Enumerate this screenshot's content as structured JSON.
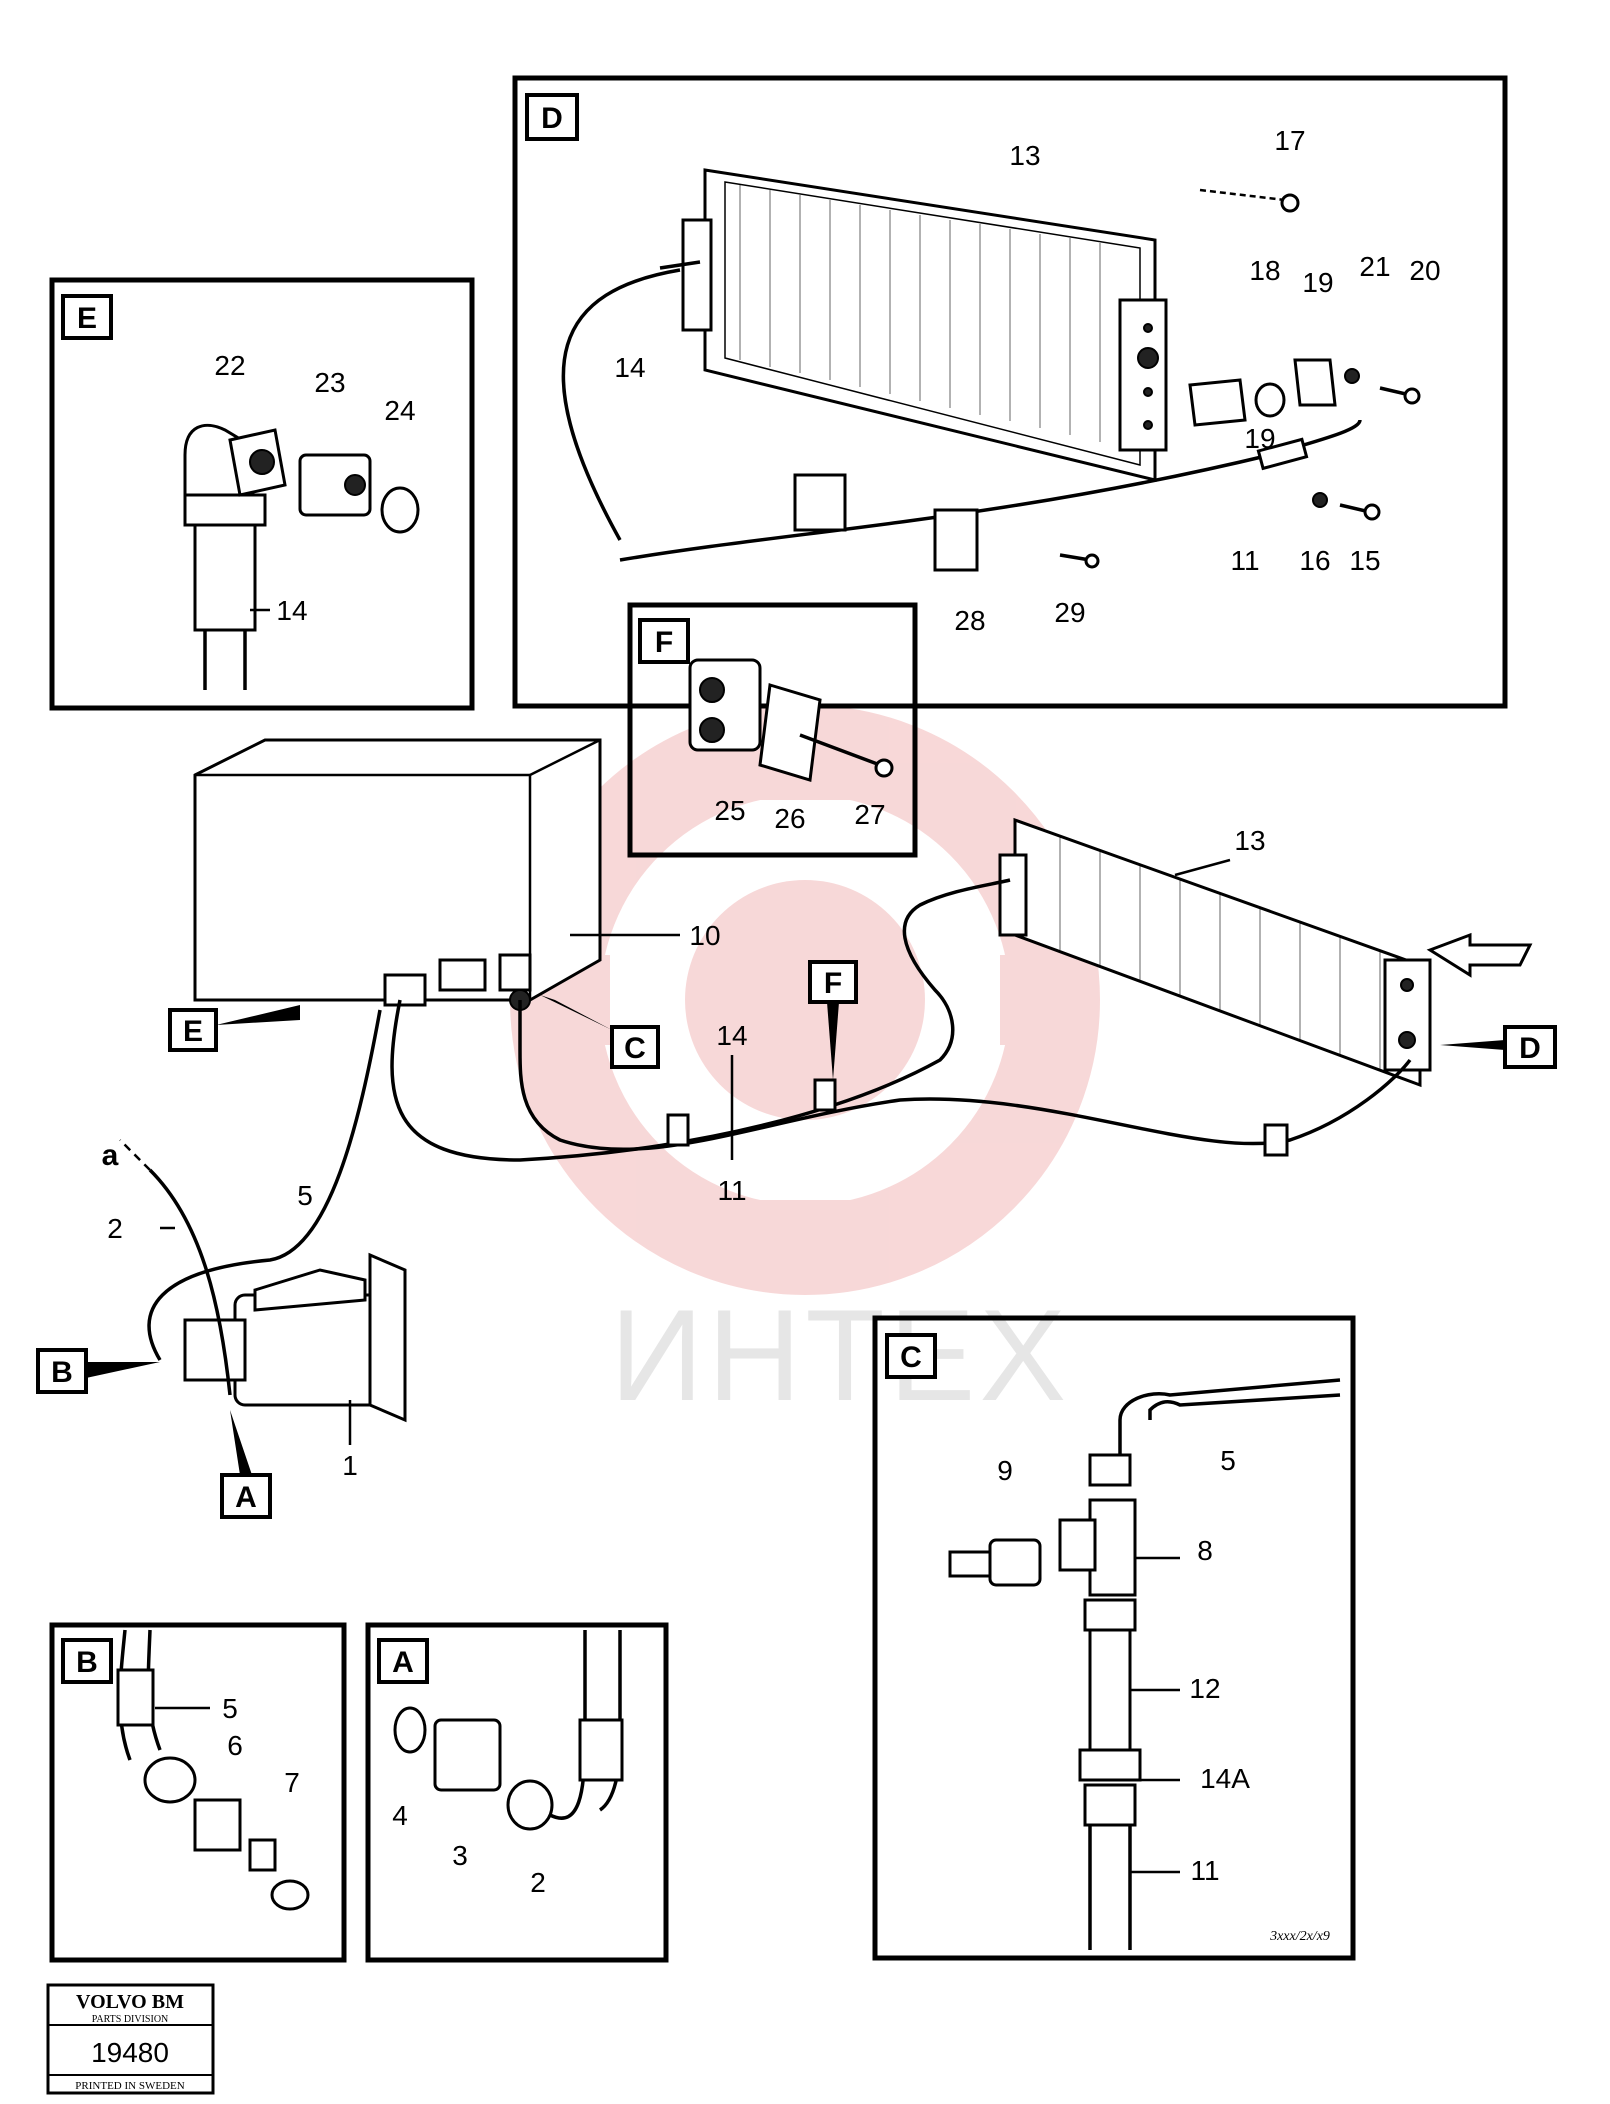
{
  "diagram": {
    "callouts": {
      "n1": "1",
      "n2": "2",
      "n3": "3",
      "n4": "4",
      "n5": "5",
      "n6": "6",
      "n7": "7",
      "n8": "8",
      "n9": "9",
      "n10": "10",
      "n11": "11",
      "n12": "12",
      "n13": "13",
      "n14": "14",
      "n14a": "14A",
      "n15": "15",
      "n16": "16",
      "n17": "17",
      "n18": "18",
      "n19": "19",
      "n20": "20",
      "n21": "21",
      "n22": "22",
      "n23": "23",
      "n24": "24",
      "n25": "25",
      "n26": "26",
      "n27": "27",
      "n28": "28",
      "n29": "29",
      "a": "a"
    },
    "detail_tags": {
      "A": "A",
      "B": "B",
      "C": "C",
      "D": "D",
      "E": "E",
      "F": "F"
    },
    "watermark": "ИНТЕХ",
    "stamp": {
      "brand": "VOLVO BM",
      "division": "PARTS DIVISION",
      "number": "19480",
      "printed": "PRINTED IN SWEDEN"
    },
    "signature": "3xxx/2x/x9"
  }
}
